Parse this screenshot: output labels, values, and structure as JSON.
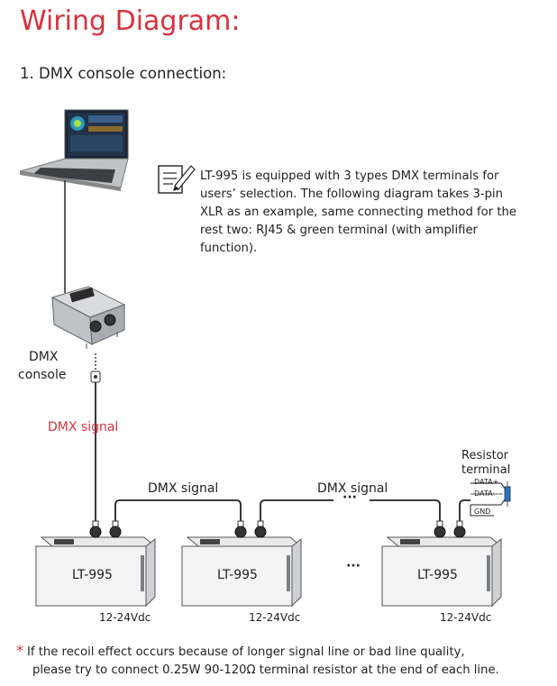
{
  "title": "Wiring Diagram:",
  "section": "1. DMX console connection:",
  "note_lines": [
    "LT-995 is equipped with 3 types DMX terminals for",
    "users’ selection. The following diagram takes 3-pin",
    "XLR as an example, same connecting method for the",
    "rest two: RJ45 & green terminal (with amplifier",
    "function)."
  ],
  "console_label_line1": "DMX",
  "console_label_line2": "console",
  "dmx_signal_red": "DMX signal",
  "dmx_signal_1": "DMX signal",
  "dmx_signal_2": "DMX signal",
  "resistor_label_line1": "Resistor",
  "resistor_label_line2": "terminal",
  "resistor_pins": [
    "DATA+",
    "DATA-",
    "GND"
  ],
  "devices": [
    {
      "name": "LT-995",
      "power": "12-24Vdc"
    },
    {
      "name": "LT-995",
      "power": "12-24Vdc"
    },
    {
      "name": "LT-995",
      "power": "12-24Vdc"
    }
  ],
  "ellipsis_devices": "···",
  "ellipsis_signal": "···",
  "footer_line1": "If the recoil effect occurs because of longer signal line or bad line quality,",
  "footer_line2": "please try to connect 0.25W 90-120Ω terminal resistor at the end of each line."
}
